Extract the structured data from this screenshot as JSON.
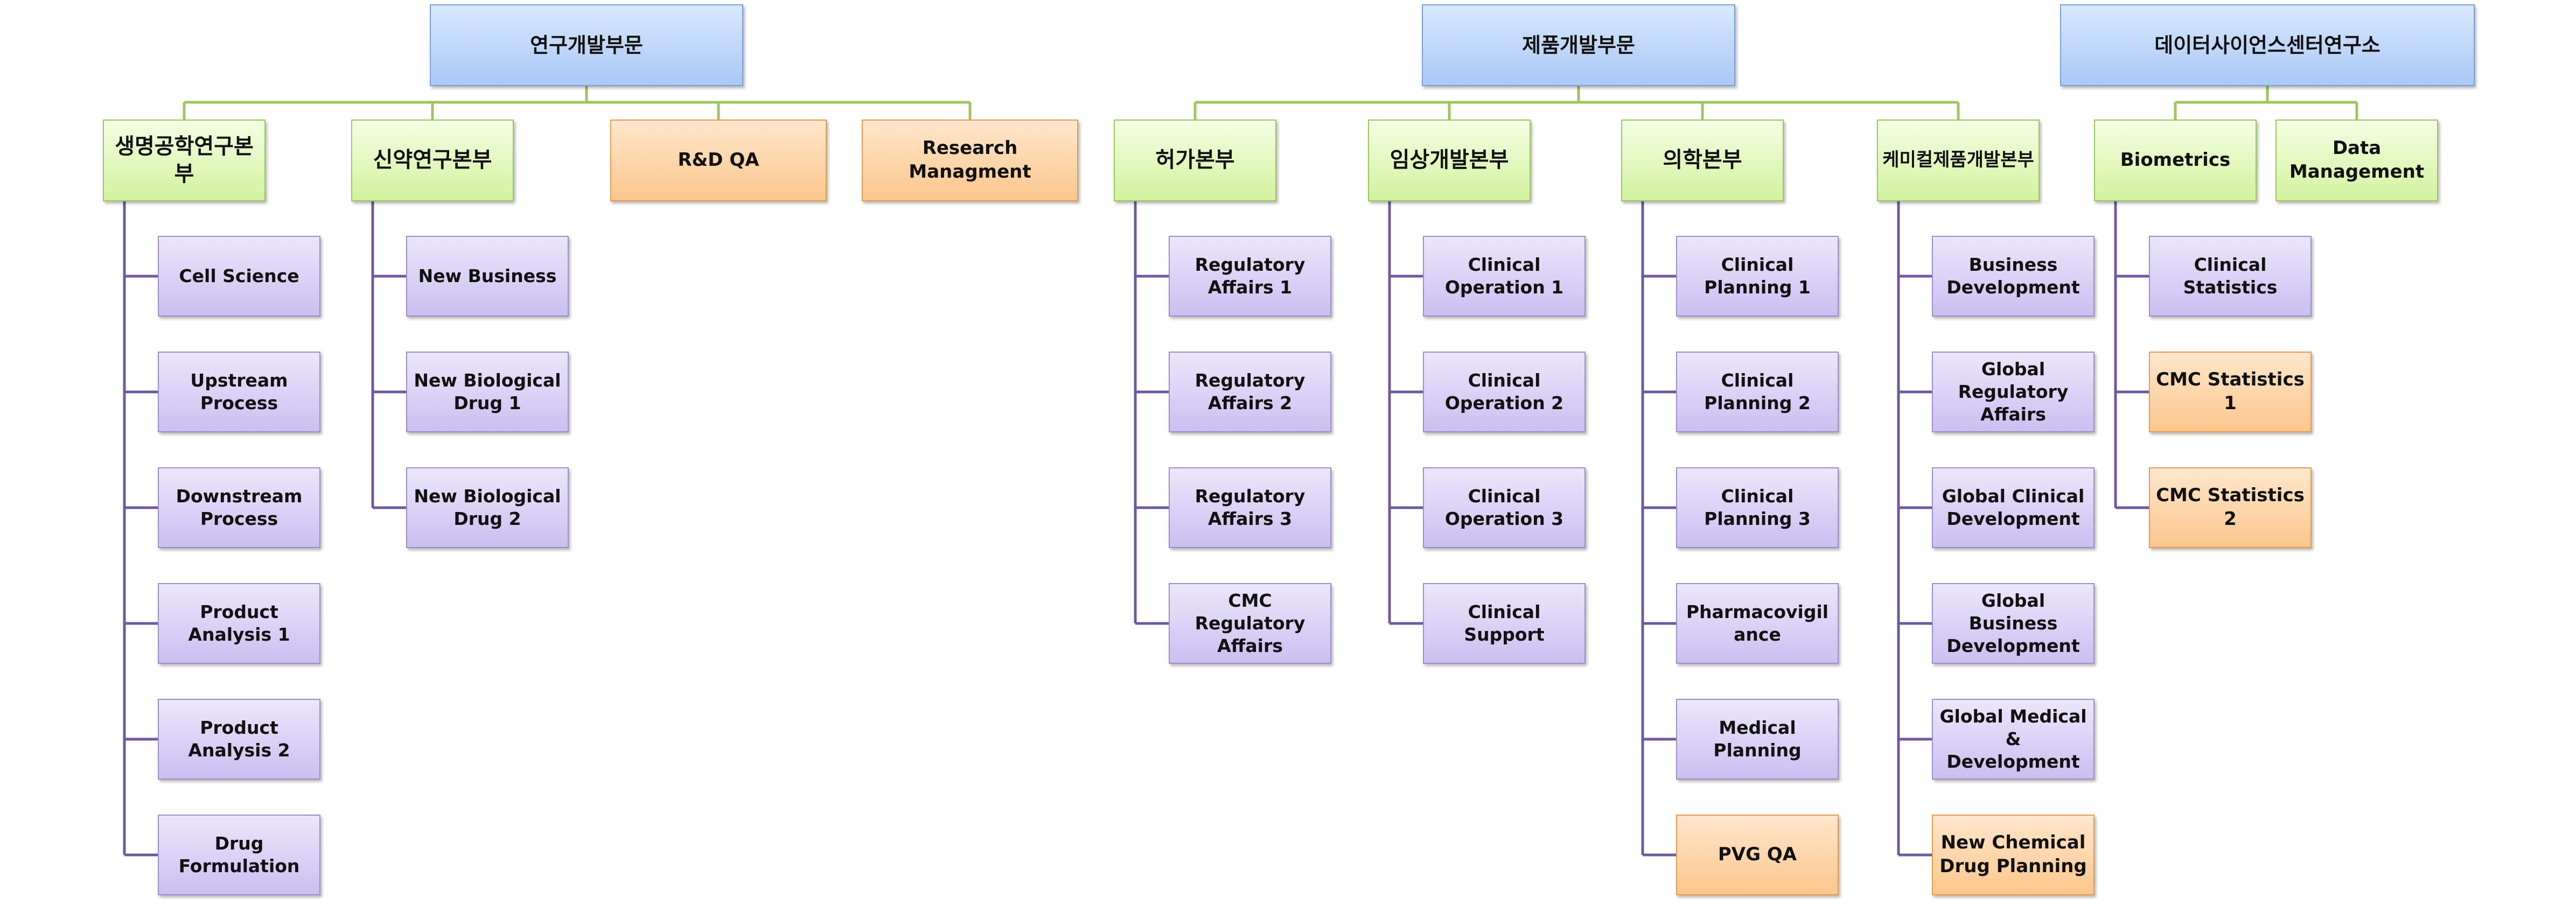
{
  "colors": {
    "division": "#a9c8f4",
    "headquarters": "#d2f29e",
    "special": "#fbc68c",
    "team": "#cbbff0",
    "connector_green": "#9cc75a",
    "connector_purple": "#6e5a9e"
  },
  "divisions": [
    {
      "label": "연구개발부문",
      "headquarters": [
        {
          "label": "생명공학연구본부",
          "style": "green",
          "teams": [
            {
              "label": "Cell Science",
              "style": "purple"
            },
            {
              "label": "Upstream Process",
              "style": "purple"
            },
            {
              "label": "Downstream Process",
              "style": "purple"
            },
            {
              "label": "Product Analysis 1",
              "style": "purple"
            },
            {
              "label": "Product Analysis 2",
              "style": "purple"
            },
            {
              "label": "Drug Formulation",
              "style": "purple"
            }
          ]
        },
        {
          "label": "신약연구본부",
          "style": "green",
          "teams": [
            {
              "label": "New Business",
              "style": "purple"
            },
            {
              "label": "New Biological Drug 1",
              "style": "purple"
            },
            {
              "label": "New Biological Drug 2",
              "style": "purple"
            }
          ]
        },
        {
          "label": "R&D QA",
          "style": "orange",
          "teams": []
        },
        {
          "label": "Research Managment",
          "style": "orange",
          "teams": []
        }
      ]
    },
    {
      "label": "제품개발부문",
      "headquarters": [
        {
          "label": "허가본부",
          "style": "green",
          "teams": [
            {
              "label": "Regulatory Affairs 1",
              "style": "purple"
            },
            {
              "label": "Regulatory Affairs 2",
              "style": "purple"
            },
            {
              "label": "Regulatory Affairs 3",
              "style": "purple"
            },
            {
              "label": "CMC Regulatory Affairs",
              "style": "purple"
            }
          ]
        },
        {
          "label": "임상개발본부",
          "style": "green",
          "teams": [
            {
              "label": "Clinical Operation 1",
              "style": "purple"
            },
            {
              "label": "Clinical Operation 2",
              "style": "purple"
            },
            {
              "label": "Clinical Operation 3",
              "style": "purple"
            },
            {
              "label": "Clinical Support",
              "style": "purple"
            }
          ]
        },
        {
          "label": "의학본부",
          "style": "green",
          "teams": [
            {
              "label": "Clinical Planning 1",
              "style": "purple"
            },
            {
              "label": "Clinical Planning 2",
              "style": "purple"
            },
            {
              "label": "Clinical Planning 3",
              "style": "purple"
            },
            {
              "label": "Pharmacovigilance",
              "style": "purple"
            },
            {
              "label": "Medical Planning",
              "style": "purple"
            },
            {
              "label": "PVG QA",
              "style": "orange"
            }
          ]
        },
        {
          "label": "케미컬제품개발본부",
          "style": "green",
          "teams": [
            {
              "label": "Business Development",
              "style": "purple"
            },
            {
              "label": "Global Regulatory Affairs",
              "style": "purple"
            },
            {
              "label": "Global Clinical Development",
              "style": "purple"
            },
            {
              "label": "Global Business Development",
              "style": "purple"
            },
            {
              "label": "Global Medical & Development",
              "style": "purple"
            },
            {
              "label": "New Chemical Drug Planning",
              "style": "orange"
            }
          ]
        }
      ]
    },
    {
      "label": "데이터사이언스센터연구소",
      "headquarters": [
        {
          "label": "Biometrics",
          "style": "green",
          "teams": [
            {
              "label": "Clinical Statistics",
              "style": "purple"
            },
            {
              "label": "CMC Statistics 1",
              "style": "orange"
            },
            {
              "label": "CMC Statistics 2",
              "style": "orange"
            }
          ]
        },
        {
          "label": "Data Management",
          "style": "green",
          "teams": []
        }
      ]
    }
  ]
}
